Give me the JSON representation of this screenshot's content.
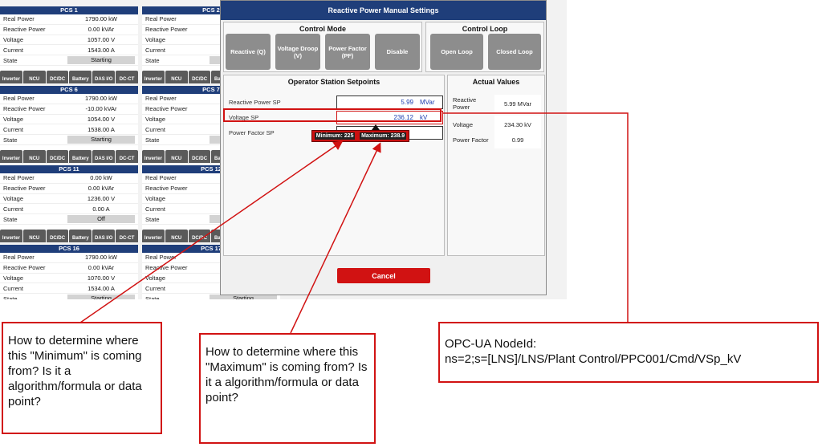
{
  "pcs_cards": [
    {
      "title": "PCS 1",
      "real_power": "1790.00 kW",
      "reactive_power": "0.00 kVAr",
      "voltage": "1057.00 V",
      "current": "1543.00 A",
      "state": "Starting"
    },
    {
      "title": "PCS 2",
      "real_power": "",
      "reactive_power": "",
      "voltage": "",
      "current": "",
      "state": ""
    },
    {
      "title": "PCS 6",
      "real_power": "1790.00 kW",
      "reactive_power": "-10.00 kVAr",
      "voltage": "1054.00 V",
      "current": "1538.00 A",
      "state": "Starting"
    },
    {
      "title": "PCS 7",
      "real_power": "",
      "reactive_power": "",
      "voltage": "",
      "current": "",
      "state": ""
    },
    {
      "title": "PCS 11",
      "real_power": "0.00 kW",
      "reactive_power": "0.00 kVAr",
      "voltage": "1236.00 V",
      "current": "0.00 A",
      "state": "Off"
    },
    {
      "title": "PCS 12",
      "real_power": "",
      "reactive_power": "",
      "voltage": "",
      "current": "",
      "state": ""
    },
    {
      "title": "PCS 16",
      "real_power": "1790.00 kW",
      "reactive_power": "0.00 kVAr",
      "voltage": "1070.00 V",
      "current": "1534.00 A",
      "state": "Starting"
    },
    {
      "title": "PCS 17",
      "real_power": "",
      "reactive_power": "",
      "voltage": "",
      "current": "",
      "state": "Starting"
    }
  ],
  "row_labels": {
    "real_power": "Real Power",
    "reactive_power": "Reactive Power",
    "voltage": "Voltage",
    "current": "Current",
    "state": "State"
  },
  "card_buttons": [
    "Inverter",
    "NCU",
    "DC/DC",
    "Battery",
    "DAS I/O",
    "DC-CT"
  ],
  "modal": {
    "title": "Reactive Power Manual Settings",
    "control_mode": {
      "title": "Control Mode",
      "buttons": [
        "Reactive (Q)",
        "Voltage Droop (V)",
        "Power Factor (PF)",
        "Disable"
      ]
    },
    "control_loop": {
      "title": "Control Loop",
      "buttons": [
        "Open Loop",
        "Closed Loop"
      ]
    },
    "setpoints": {
      "title": "Operator Station Setpoints",
      "rows": [
        {
          "label": "Reactive Power SP",
          "value": "5.99",
          "unit": "MVar"
        },
        {
          "label": "Voltage SP",
          "value": "236.12",
          "unit": "kV"
        },
        {
          "label": "Power Factor SP",
          "value": "",
          "unit": ""
        }
      ],
      "tooltip_min": "Minimum: 225",
      "tooltip_max": "Maximum: 238.9"
    },
    "actual": {
      "title": "Actual Values",
      "rows": [
        {
          "label": "Reactive Power",
          "value": "5.99 MVar"
        },
        {
          "label": "Voltage",
          "value": "234.30 kV"
        },
        {
          "label": "Power Factor",
          "value": "0.99"
        }
      ]
    },
    "cancel_label": "Cancel"
  },
  "annotations": {
    "minimum_note": "How to determine where this \"Minimum\" is coming from?  Is it a algorithm/formula or data point?",
    "maximum_note": "How to determine where this \"Maximum\" is coming from?  Is it a algorithm/formula or data point?",
    "nodeid_note_line1": "OPC-UA NodeId:",
    "nodeid_note_line2": "ns=2;s=[LNS]/LNS/Plant Control/PPC001/Cmd/VSp_kV"
  },
  "colors": {
    "header_blue": "#1f3e7a",
    "accent_red": "#d11212",
    "mode_button_gray": "#8d8d8d",
    "setpoint_text_blue": "#1f3fb0"
  }
}
